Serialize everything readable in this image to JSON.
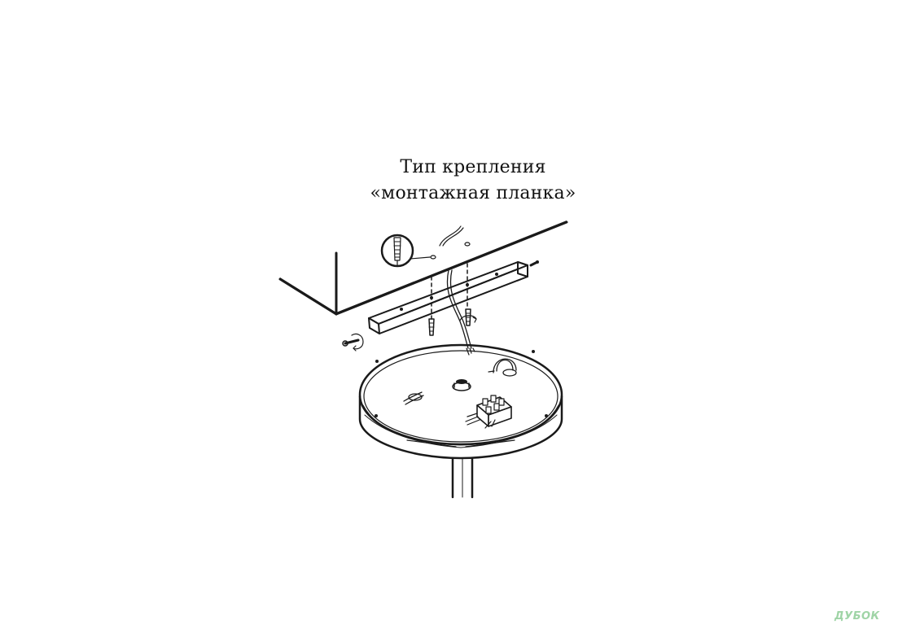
{
  "title": {
    "line1": "Тип крепления",
    "line2": "«монтажная планка»"
  },
  "illustration": {
    "description_icons": [
      "ceiling-panel",
      "dowel-callout",
      "mounting-bar",
      "screw-icon",
      "lamp-base",
      "terminal-block",
      "rod"
    ],
    "stroke_color": "#1a1a1a"
  },
  "watermark": {
    "brand": "ДУБОК",
    "color": "#9fd4a6"
  }
}
